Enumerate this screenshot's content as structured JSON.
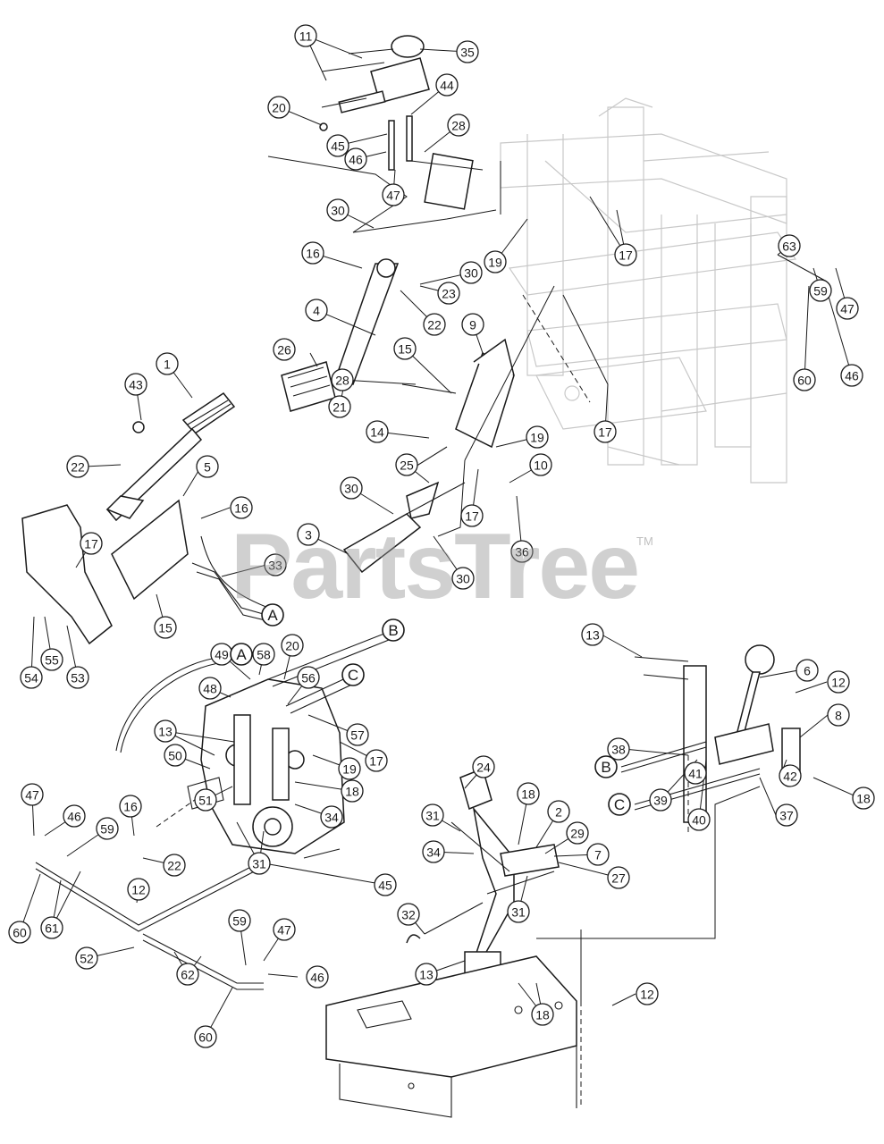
{
  "watermark": {
    "text": "PartsTree",
    "trademark": "TM"
  },
  "callouts": [
    {
      "n": "11"
    },
    {
      "n": "35"
    },
    {
      "n": "44"
    },
    {
      "n": "20"
    },
    {
      "n": "28"
    },
    {
      "n": "45"
    },
    {
      "n": "46"
    },
    {
      "n": "47"
    },
    {
      "n": "30"
    },
    {
      "n": "16"
    },
    {
      "n": "30"
    },
    {
      "n": "23"
    },
    {
      "n": "22"
    },
    {
      "n": "19"
    },
    {
      "n": "17"
    },
    {
      "n": "63"
    },
    {
      "n": "59"
    },
    {
      "n": "47"
    },
    {
      "n": "60"
    },
    {
      "n": "46"
    },
    {
      "n": "4"
    },
    {
      "n": "26"
    },
    {
      "n": "21"
    },
    {
      "n": "9"
    },
    {
      "n": "15"
    },
    {
      "n": "28"
    },
    {
      "n": "19"
    },
    {
      "n": "17"
    },
    {
      "n": "14"
    },
    {
      "n": "10"
    },
    {
      "n": "25"
    },
    {
      "n": "17"
    },
    {
      "n": "30"
    },
    {
      "n": "36"
    },
    {
      "n": "3"
    },
    {
      "n": "30"
    },
    {
      "n": "1"
    },
    {
      "n": "43"
    },
    {
      "n": "22"
    },
    {
      "n": "5"
    },
    {
      "n": "16"
    },
    {
      "n": "17"
    },
    {
      "n": "33"
    },
    {
      "n": "15"
    },
    {
      "n": "54"
    },
    {
      "n": "55"
    },
    {
      "n": "53"
    },
    {
      "n": "13"
    },
    {
      "n": "6"
    },
    {
      "n": "12"
    },
    {
      "n": "8"
    },
    {
      "n": "38"
    },
    {
      "n": "41"
    },
    {
      "n": "42"
    },
    {
      "n": "39"
    },
    {
      "n": "40"
    },
    {
      "n": "37"
    },
    {
      "n": "18"
    },
    {
      "n": "58"
    },
    {
      "n": "20"
    },
    {
      "n": "49"
    },
    {
      "n": "56"
    },
    {
      "n": "48"
    },
    {
      "n": "13"
    },
    {
      "n": "57"
    },
    {
      "n": "17"
    },
    {
      "n": "19"
    },
    {
      "n": "50"
    },
    {
      "n": "18"
    },
    {
      "n": "51"
    },
    {
      "n": "34"
    },
    {
      "n": "31"
    },
    {
      "n": "16"
    },
    {
      "n": "47"
    },
    {
      "n": "46"
    },
    {
      "n": "59"
    },
    {
      "n": "22"
    },
    {
      "n": "45"
    },
    {
      "n": "12"
    },
    {
      "n": "60"
    },
    {
      "n": "61"
    },
    {
      "n": "52"
    },
    {
      "n": "59"
    },
    {
      "n": "47"
    },
    {
      "n": "46"
    },
    {
      "n": "62"
    },
    {
      "n": "60"
    },
    {
      "n": "24"
    },
    {
      "n": "18"
    },
    {
      "n": "2"
    },
    {
      "n": "29"
    },
    {
      "n": "7"
    },
    {
      "n": "31"
    },
    {
      "n": "34"
    },
    {
      "n": "27"
    },
    {
      "n": "32"
    },
    {
      "n": "31"
    },
    {
      "n": "13"
    },
    {
      "n": "18"
    },
    {
      "n": "12"
    }
  ],
  "refs": [
    {
      "letter": "A"
    },
    {
      "letter": "A"
    },
    {
      "letter": "B"
    },
    {
      "letter": "C"
    },
    {
      "letter": "B"
    },
    {
      "letter": "C"
    }
  ]
}
